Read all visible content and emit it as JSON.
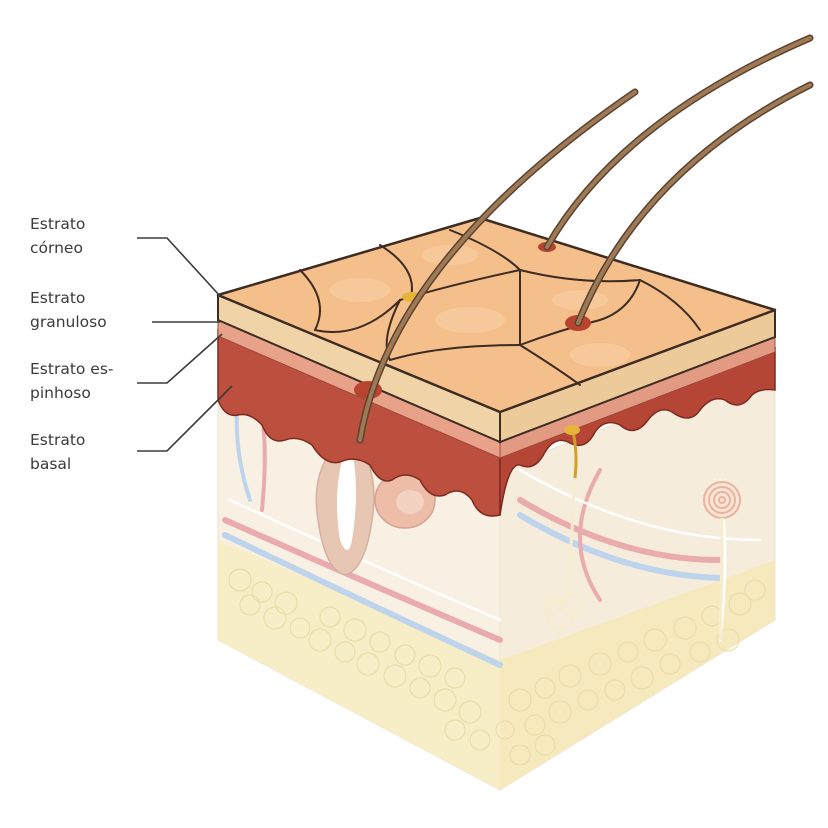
{
  "labels": {
    "corneo": {
      "line1": "Estrato",
      "line2": "córneo"
    },
    "granuloso": {
      "line1": "Estrato",
      "line2": "granuloso"
    },
    "espinhoso": {
      "line1": "Estrato es-",
      "line2": "pinhoso"
    },
    "basal": {
      "line1": "Estrato",
      "line2": "basal"
    }
  },
  "colors": {
    "corneum": "#f5c28d",
    "granulosum": "#f0cf9f",
    "spinosum": "#c95b45",
    "basal": "#a83c30",
    "dermis": "#f7ecd6",
    "fat": "#f6e9b6",
    "hair": "#8a6a44",
    "artery": "#d8737a",
    "vein": "#8fb4dc",
    "leader": "#3b3b3b"
  }
}
